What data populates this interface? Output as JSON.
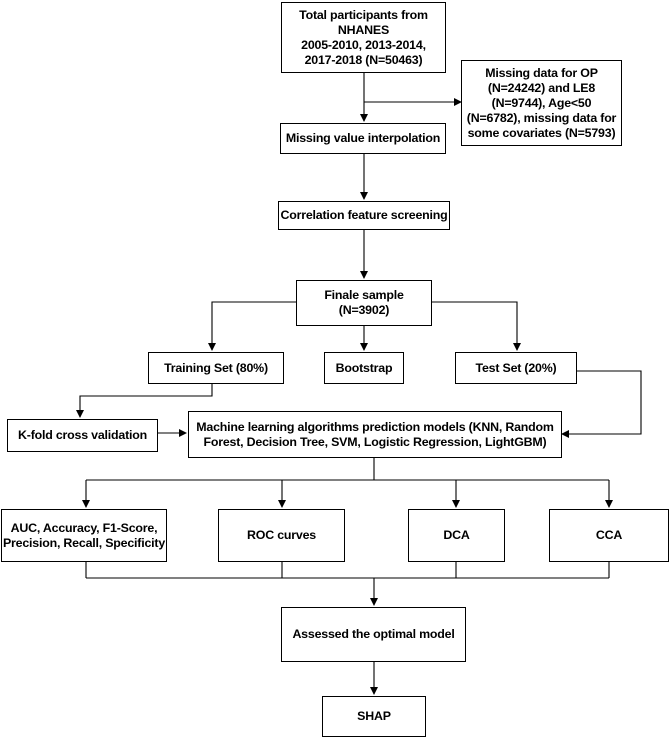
{
  "nodes": {
    "participants": "Total participants from\nNHANES\n2005-2010, 2013-2014,\n2017-2018 (N=50463)",
    "missing": "Missing data for OP\n(N=24242) and LE8\n(N=9744), Age<50\n(N=6782), missing data for\nsome covariates (N=5793)",
    "interpolation": "Missing value interpolation",
    "correlation": "Correlation feature screening",
    "finale": "Finale sample\n(N=3902)",
    "training": "Training Set (80%)",
    "bootstrap": "Bootstrap",
    "test": "Test Set (20%)",
    "kfold": "K-fold cross validation",
    "ml": "Machine learning algorithms prediction models (KNN, Random\nForest, Decision Tree, SVM, Logistic Regression, LightGBM)",
    "metrics": "AUC, Accuracy, F1-Score,\nPrecision, Recall, Specificity",
    "roc": "ROC curves",
    "dca": "DCA",
    "cca": "CCA",
    "assessed": "Assessed the optimal model",
    "shap": "SHAP"
  }
}
